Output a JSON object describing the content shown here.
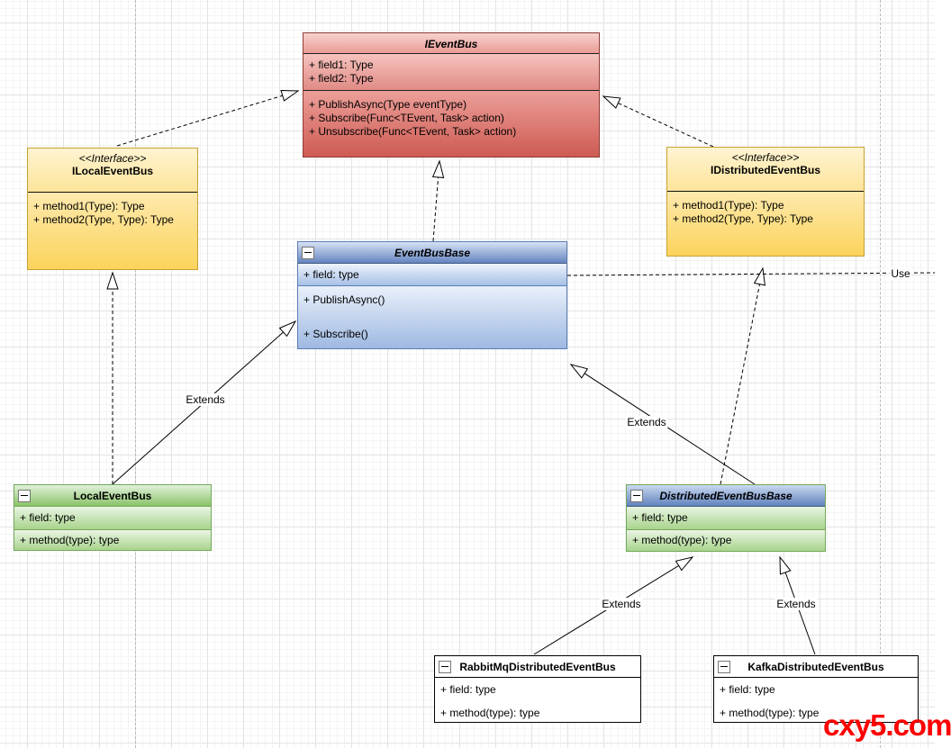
{
  "diagram": {
    "type": "uml-class-diagram",
    "classes": {
      "ievent_bus": {
        "name": "IEventBus",
        "abstract": true,
        "fields": [
          "+ field1: Type",
          "+ field2: Type"
        ],
        "methods": [
          "+ PublishAsync(Type eventType)",
          "+ Subscribe(Func<TEvent, Task> action)",
          "+ Unsubscribe(Func<TEvent, Task> action)"
        ]
      },
      "ilocal_event_bus": {
        "stereotype": "<<Interface>>",
        "name": "ILocalEventBus",
        "methods": [
          "+ method1(Type): Type",
          "+ method2(Type, Type): Type"
        ]
      },
      "idistributed_event_bus": {
        "stereotype": "<<Interface>>",
        "name": "IDistributedEventBus",
        "methods": [
          "+ method1(Type): Type",
          "+ method2(Type, Type): Type"
        ]
      },
      "event_bus_base": {
        "name": "EventBusBase",
        "abstract": true,
        "fields": [
          "+ field: type"
        ],
        "methods": [
          "+ PublishAsync()",
          "+ Subscribe()"
        ]
      },
      "local_event_bus": {
        "name": "LocalEventBus",
        "fields": [
          "+ field: type"
        ],
        "methods": [
          "+ method(type): type"
        ]
      },
      "distributed_event_bus_base": {
        "name": "DistributedEventBusBase",
        "abstract": true,
        "fields": [
          "+ field: type"
        ],
        "methods": [
          "+ method(type): type"
        ]
      },
      "rabbitmq_distributed_event_bus": {
        "name": "RabbitMqDistributedEventBus",
        "fields": [
          "+ field: type"
        ],
        "methods": [
          "+ method(type): type"
        ]
      },
      "kafka_distributed_event_bus": {
        "name": "KafkaDistributedEventBus",
        "fields": [
          "+ field: type"
        ],
        "methods": [
          "+ method(type): type"
        ]
      }
    },
    "edge_labels": {
      "extends_local": "Extends",
      "extends_distributed": "Extends",
      "extends_rabbitmq": "Extends",
      "extends_kafka": "Extends",
      "use": "Use"
    },
    "icons": {
      "collapse_icon": "minus-in-square"
    },
    "watermark": "cxy5.com",
    "colors": {
      "interface_red_top": "#F8D2CF",
      "interface_red_bottom": "#CE5B53",
      "red_stroke": "#8E3B37",
      "interface_yellow_top": "#FFF3CF",
      "interface_yellow_bottom": "#FBD45A",
      "yellow_stroke": "#C8A030",
      "abstract_blue_top": "#D6E1F3",
      "abstract_blue_bottom": "#6585C1",
      "blue_stroke": "#5B7DB5",
      "class_green_top": "#E1F1DA",
      "class_green_bottom": "#8AC369",
      "green_stroke": "#74A95C",
      "plain_class_fill": "#FFFFFF",
      "plain_class_stroke": "#000000",
      "edge_color": "#000000",
      "watermark_color": "#FF0000"
    }
  }
}
